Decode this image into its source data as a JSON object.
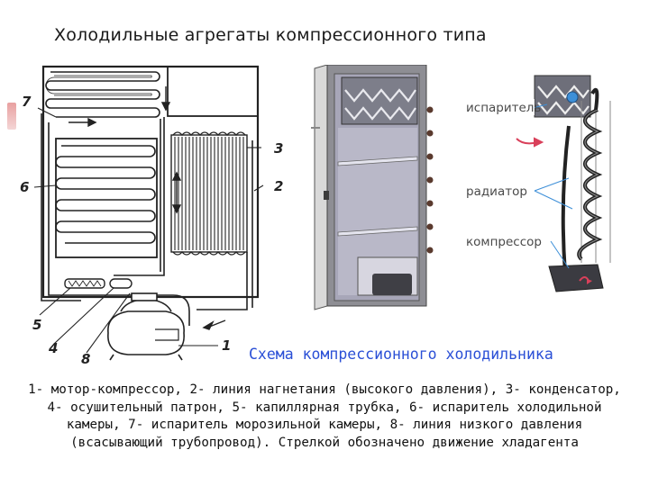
{
  "title": "Холодильные агрегаты компрессионного типа",
  "caption": "Схема компрессионного холодильника",
  "description": "1- мотор-компрессор, 2- линия нагнетания (высокого давления), 3- конденсатор, 4- осушительный патрон, 5- капиллярная трубка, 6- испаритель холодильной камеры, 7- испаритель морозильной камеры, 8- линия низкого давления (всасывающий трубопровод). Стрелкой обозначено движение хладагента",
  "scheme_labels": {
    "n1": "1",
    "n2": "2",
    "n3": "3",
    "n4": "4",
    "n5": "5",
    "n6": "6",
    "n7": "7",
    "n8": "8"
  },
  "fridge_labels": {
    "evaporator": "испаритель",
    "radiator": "радиатор",
    "compressor": "компрессор"
  },
  "colors": {
    "caption": "#2a4fd6",
    "accent": "#e8a0a0",
    "arrow": "#d9405a"
  }
}
